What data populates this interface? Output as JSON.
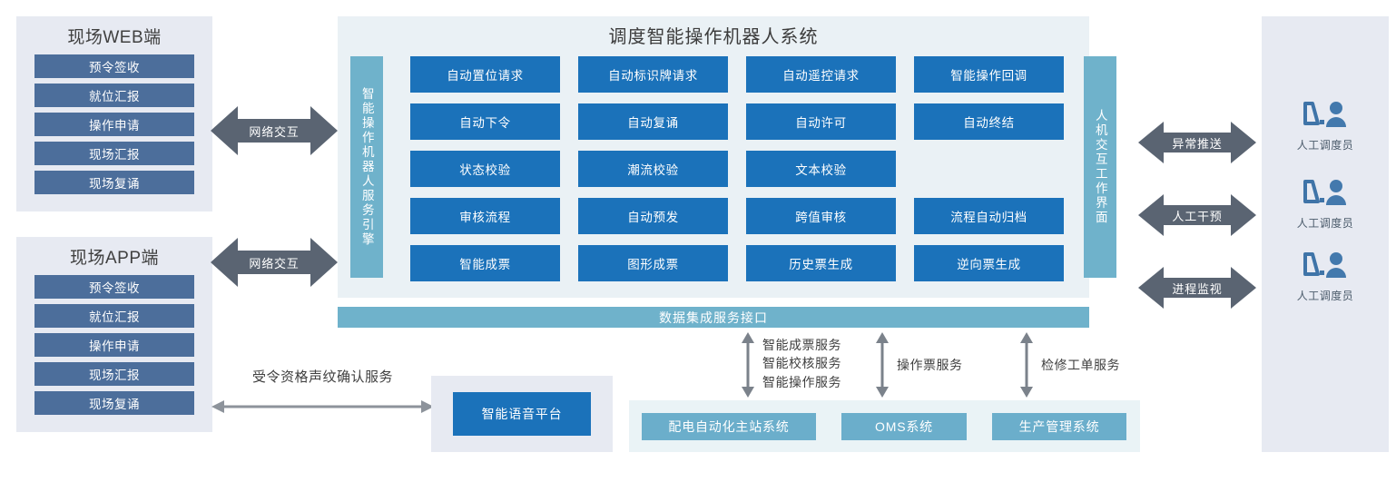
{
  "left_clients": [
    {
      "id": "web",
      "title": "现场WEB端",
      "items": [
        "预令签收",
        "就位汇报",
        "操作申请",
        "现场汇报",
        "现场复诵"
      ]
    },
    {
      "id": "app",
      "title": "现场APP端",
      "items": [
        "预令签收",
        "就位汇报",
        "操作申请",
        "现场汇报",
        "现场复诵"
      ]
    }
  ],
  "network_arrows": [
    {
      "label": "网络交互"
    },
    {
      "label": "网络交互"
    }
  ],
  "center": {
    "title": "调度智能操作机器人系统",
    "engine_bar": "智能操作机器人服务引擎",
    "hmi_bar": "人机交互工作界面",
    "functions": [
      "自动置位请求",
      "自动标识牌请求",
      "自动遥控请求",
      "智能操作回调",
      "自动下令",
      "自动复诵",
      "自动许可",
      "自动终结",
      "状态校验",
      "潮流校验",
      "文本校验",
      "",
      "审核流程",
      "自动预发",
      "跨值审核",
      "流程自动归档",
      "智能成票",
      "图形成票",
      "历史票生成",
      "逆向票生成"
    ]
  },
  "data_bar": {
    "label": "数据集成服务接口"
  },
  "voice": {
    "arrow_label": "受令资格声纹确认服务",
    "box_label": "智能语音平台"
  },
  "services": [
    {
      "label": "智能成票服务\n智能校核服务\n智能操作服务"
    },
    {
      "label": "操作票服务"
    },
    {
      "label": "检修工单服务"
    }
  ],
  "external_systems": [
    {
      "label": "配电自动化主站系统"
    },
    {
      "label": "OMS系统"
    },
    {
      "label": "生产管理系统"
    }
  ],
  "right_arrows": [
    {
      "label": "异常推送"
    },
    {
      "label": "人工干预"
    },
    {
      "label": "进程监视"
    }
  ],
  "dispatchers": [
    {
      "label": "人工调度员",
      "icon": "dispatcher-icon"
    },
    {
      "label": "人工调度员",
      "icon": "dispatcher-icon"
    },
    {
      "label": "人工调度员",
      "icon": "dispatcher-icon"
    }
  ],
  "colors": {
    "primary_blue": "#1B72BA",
    "client_blue": "#4C6E9B",
    "teal": "#6FB2CB",
    "panel_grey": "#E7EAF2",
    "panel_light_blue": "#EAF1F5",
    "arrow_grey": "#5A6472"
  }
}
